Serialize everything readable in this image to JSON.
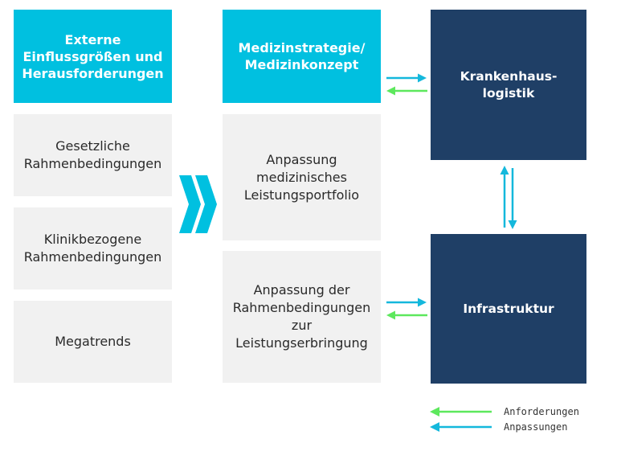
{
  "column1": {
    "header": "Externe\nEinflussgrößen und\nHerausforderungen",
    "items": [
      "Gesetzliche\nRahmenbedingungen",
      "Klinikbezogene\nRahmenbedingungen",
      "Megatrends"
    ]
  },
  "column2": {
    "header": "Medizinstrategie/\nMedizinkonzept",
    "items": [
      "Anpassung\nmedizinisches\nLeistungsportfolio",
      "Anpassung der\nRahmenbedingungen\nzur\nLeistungserbringung"
    ]
  },
  "column3": {
    "top": "Krankenhaus-\nlogistik",
    "bottom": "Infrastruktur"
  },
  "legend": {
    "anforderungen": "Anforderungen",
    "anpassungen": "Anpassungen"
  },
  "colors": {
    "header_cyan": "#00c0e0",
    "box_grey": "#f1f1f1",
    "box_navy": "#1f3f66",
    "arrow_anforderungen": "#5de85d",
    "arrow_anpassungen": "#14b8dc"
  }
}
